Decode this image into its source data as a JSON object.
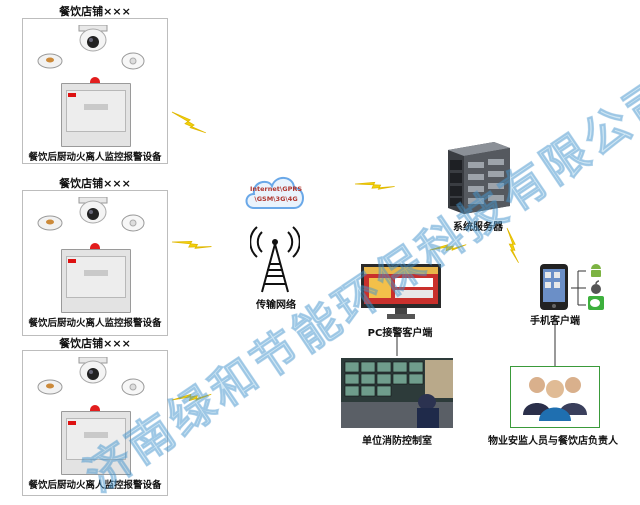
{
  "stores": [
    {
      "title": "餐饮店铺×××",
      "caption": "餐饮后厨动火离人监控报警设备"
    },
    {
      "title": "餐饮店铺×××",
      "caption": "餐饮后厨动火离人监控报警设备"
    },
    {
      "title": "餐饮店铺×××",
      "caption": "餐饮后厨动火离人监控报警设备"
    }
  ],
  "cloud": {
    "line1": "Internet\\GPRS",
    "line2": "\\GSM\\3G\\4G"
  },
  "network_label": "传输网络",
  "server_label": "系统服务器",
  "pc_label": "PC接警客户端",
  "phone_label": "手机客户端",
  "control_room_label": "单位消防控制室",
  "people_label": "物业安监人员与餐饮店负责人",
  "watermark": "济南绿和节能环保科技有限公司",
  "colors": {
    "lightning": "#f2d10b",
    "cloud": "#6aa8e8",
    "watermark": "#5aaad7"
  }
}
